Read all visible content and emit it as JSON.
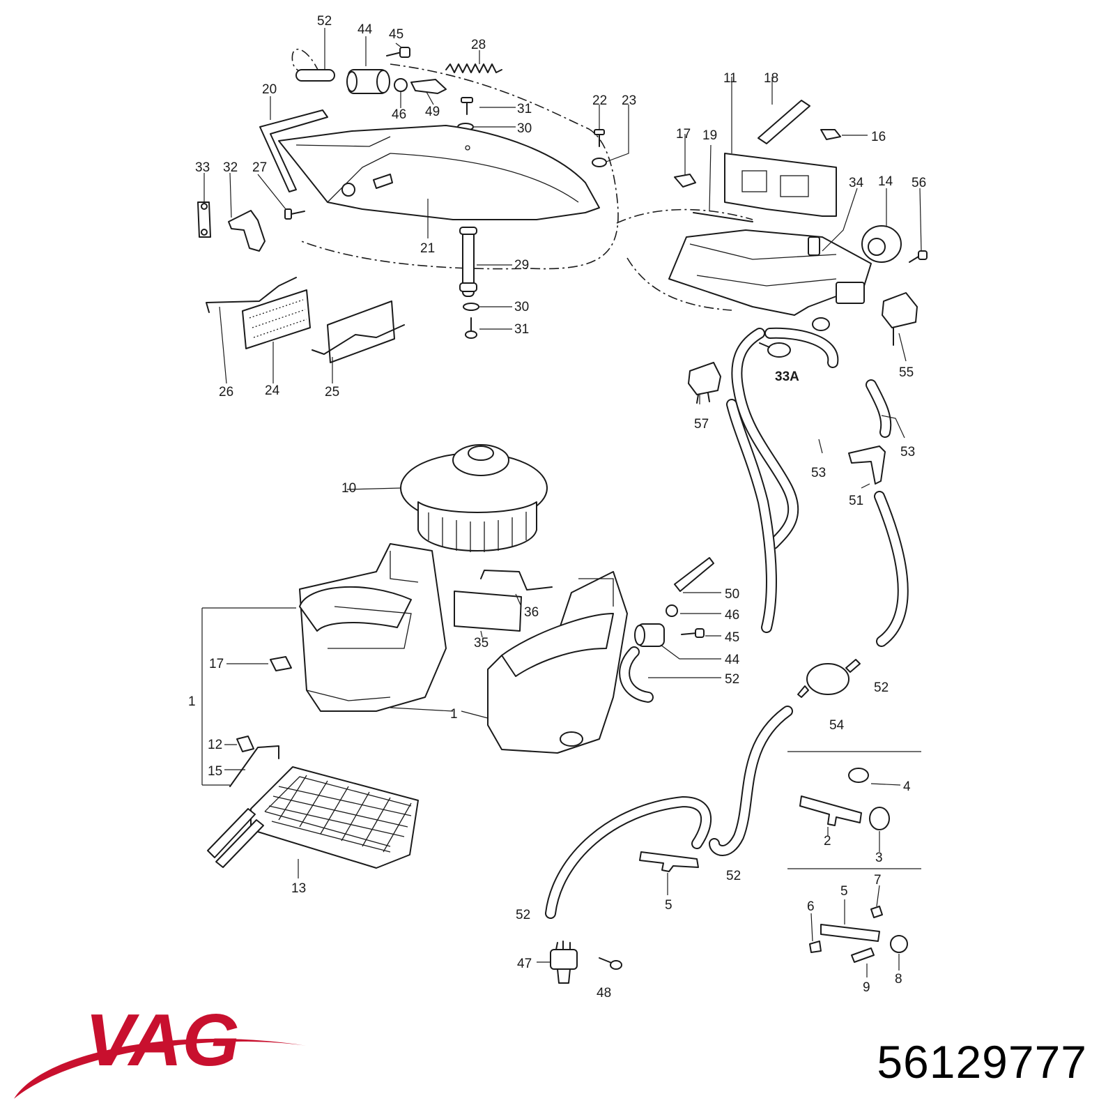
{
  "brand": {
    "name": "VAG",
    "color": "#c8102e"
  },
  "part_number": "56129777",
  "callouts": {
    "c52a": "52",
    "c44a": "44",
    "c45a": "45",
    "c28": "28",
    "c46a": "46",
    "c49": "49",
    "c31a": "31",
    "c30a": "30",
    "c20": "20",
    "c22": "22",
    "c23": "23",
    "c33": "33",
    "c32": "32",
    "c27": "27",
    "c21": "21",
    "c29": "29",
    "c30b": "30",
    "c31b": "31",
    "c26": "26",
    "c24": "24",
    "c25": "25",
    "c11": "11",
    "c18": "18",
    "c16": "16",
    "c17a": "17",
    "c19": "19",
    "c34": "34",
    "c14": "14",
    "c56": "56",
    "c55": "55",
    "c33A": "33A",
    "c57": "57",
    "c53a": "53",
    "c53b": "53",
    "c51": "51",
    "c10": "10",
    "c50": "50",
    "c46b": "46",
    "c45b": "45",
    "c44b": "44",
    "c52b": "52",
    "c36": "36",
    "c35": "35",
    "c17b": "17",
    "c1a": "1",
    "c1b": "1",
    "c12": "12",
    "c15": "15",
    "c13": "13",
    "c52c": "52",
    "c54": "54",
    "c52d": "52",
    "c52e": "52",
    "c4": "4",
    "c2": "2",
    "c3": "3",
    "c5a": "5",
    "c7": "7",
    "c5b": "5",
    "c6": "6",
    "c8": "8",
    "c9": "9",
    "c47": "47",
    "c48": "48"
  }
}
